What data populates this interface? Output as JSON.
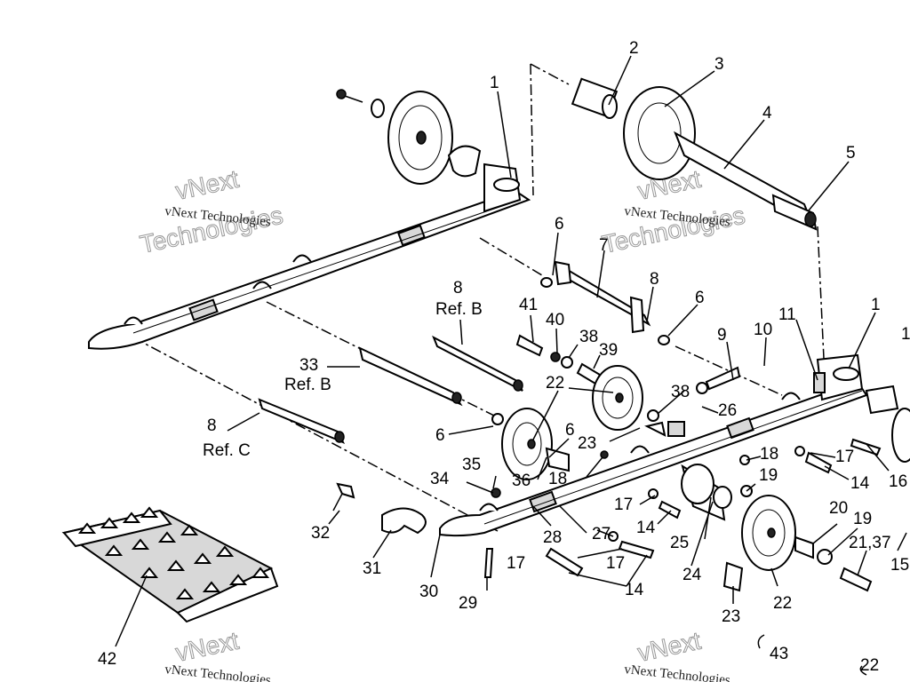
{
  "watermark": {
    "company": "vNext Technologies",
    "big_word_1": "vNext",
    "big_word_2": "Technologies"
  },
  "callouts": {
    "c1a": "1",
    "c1b": "1",
    "c1c": "1",
    "c2": "2",
    "c3": "3",
    "c4": "4",
    "c5": "5",
    "c6a": "6",
    "c6b": "6",
    "c6c": "6",
    "c6d": "6",
    "c7": "7",
    "c8a": "8",
    "c8b": "8",
    "c8c": "8",
    "c9": "9",
    "c10": "10",
    "c11": "11",
    "c14a": "14",
    "c14b": "14",
    "c14c": "14",
    "c15": "15",
    "c16": "16",
    "c17a": "17",
    "c17b": "17",
    "c17c": "17",
    "c17d": "17",
    "c18a": "18",
    "c18b": "18",
    "c19a": "19",
    "c19b": "19",
    "c20": "20",
    "c21_37": "21,37",
    "c22a": "22",
    "c22b": "22",
    "c22c": "22",
    "c23a": "23",
    "c23b": "23",
    "c24": "24",
    "c25": "25",
    "c26": "26",
    "c27": "27",
    "c28": "28",
    "c29": "29",
    "c30": "30",
    "c31": "31",
    "c32": "32",
    "c33": "33",
    "c34": "34",
    "c35": "35",
    "c36": "36",
    "c38a": "38",
    "c38b": "38",
    "c39": "39",
    "c40": "40",
    "c41": "41",
    "c42": "42",
    "c43": "43"
  },
  "refs": {
    "ref_b_top": "Ref. B",
    "ref_b_mid": "Ref. B",
    "ref_c": "Ref. C"
  }
}
